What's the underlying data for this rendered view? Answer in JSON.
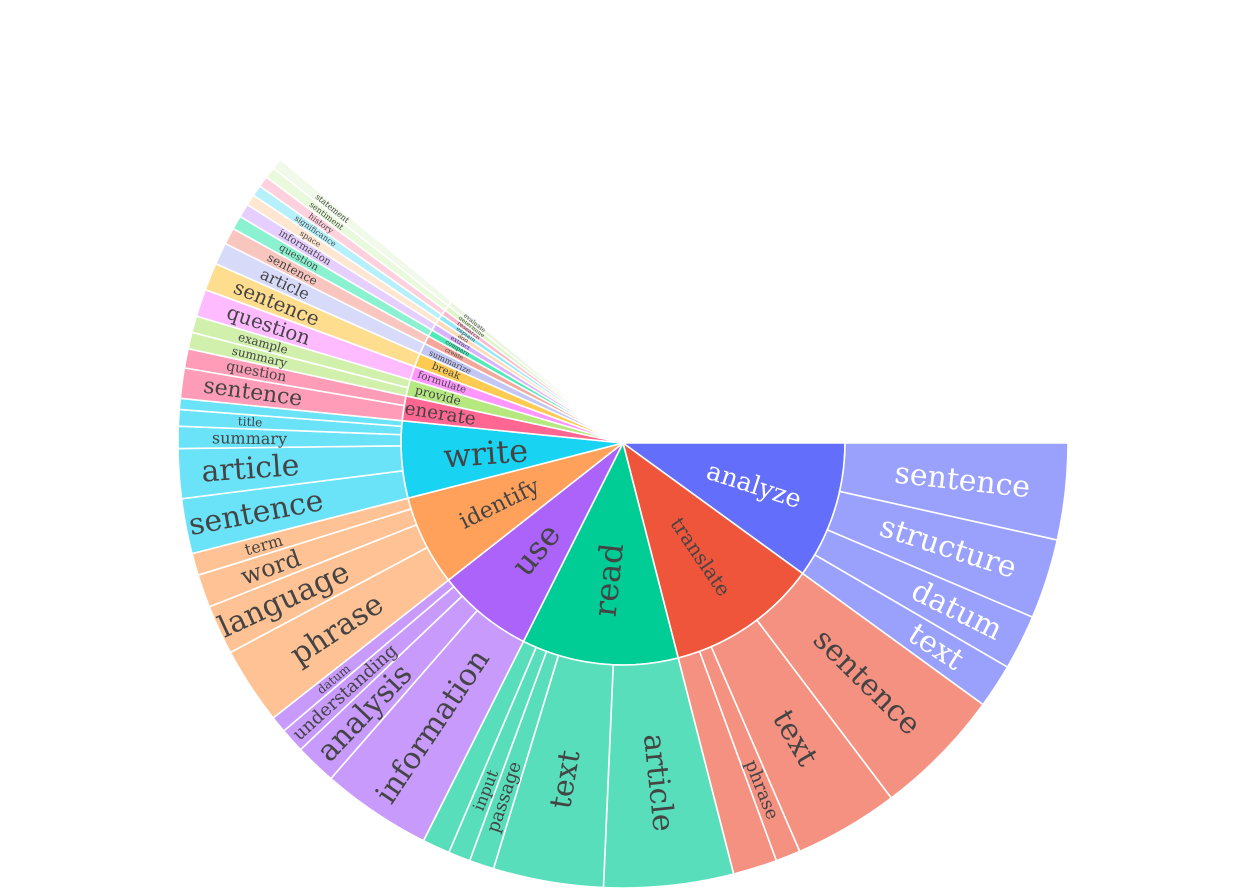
{
  "chart_data": {
    "type": "sunburst",
    "total": 1000,
    "colors": {
      "translate": "#EF553B",
      "analyze": "#636EFA",
      "read": "#00CC96",
      "use": "#AB63FA",
      "identify": "#FFA15A",
      "write": "#19D3F3",
      "generate": "#FF6692",
      "provide": "#B6E880",
      "formulate": "#FF97FF",
      "break": "#FECB52",
      "summarize": "#C2C7F5",
      "create": "#F4A79B",
      "compare": "#4DEBB8",
      "extract": "#D9B3FF",
      "add": "#FFD9B8",
      "explain": "#8FE8F8",
      "research": "#FFB7CC",
      "determine": "#DDF5C7",
      "evaluate": "#EAF5E0"
    },
    "verbs": [
      {
        "name": "analyze",
        "value": 100,
        "children": [
          {
            "name": "sentence",
            "value": 35
          },
          {
            "name": "structure",
            "value": 29
          },
          {
            "name": "datum",
            "value": 20
          },
          {
            "name": "text",
            "value": 16
          }
        ]
      },
      {
        "name": "translate",
        "value": 110,
        "children": [
          {
            "name": "sentence",
            "value": 47
          },
          {
            "name": "text",
            "value": 38
          },
          {
            "name": "phrase",
            "value": 9
          },
          {
            "name": "",
            "value": 16
          }
        ]
      },
      {
        "name": "read",
        "value": 114,
        "children": [
          {
            "name": "article",
            "value": 47
          },
          {
            "name": "text",
            "value": 40
          },
          {
            "name": "passage",
            "value": 9
          },
          {
            "name": "input",
            "value": 8
          },
          {
            "name": "",
            "value": 10
          }
        ]
      },
      {
        "name": "use",
        "value": 70,
        "children": [
          {
            "name": "information",
            "value": 40
          },
          {
            "name": "analysis",
            "value": 15
          },
          {
            "name": "understanding",
            "value": 9
          },
          {
            "name": "datum",
            "value": 6
          }
        ]
      },
      {
        "name": "identify",
        "value": 66,
        "children": [
          {
            "name": "phrase",
            "value": 28
          },
          {
            "name": "language",
            "value": 18
          },
          {
            "name": "word",
            "value": 12
          },
          {
            "name": "term",
            "value": 8
          }
        ]
      },
      {
        "name": "write",
        "value": 56,
        "children": [
          {
            "name": "sentence",
            "value": 20
          },
          {
            "name": "article",
            "value": 18
          },
          {
            "name": "summary",
            "value": 8
          },
          {
            "name": "title",
            "value": 6
          },
          {
            "name": "",
            "value": 4
          }
        ]
      },
      {
        "name": "generate",
        "value": 18,
        "children": [
          {
            "name": "sentence",
            "value": 11
          },
          {
            "name": "question",
            "value": 7
          }
        ]
      },
      {
        "name": "provide",
        "value": 12,
        "children": [
          {
            "name": "summary",
            "value": 6
          },
          {
            "name": "example",
            "value": 6
          }
        ]
      },
      {
        "name": "formulate",
        "value": 10,
        "children": [
          {
            "name": "question",
            "value": 10
          }
        ]
      },
      {
        "name": "break",
        "value": 10,
        "children": [
          {
            "name": "sentence",
            "value": 10
          }
        ]
      },
      {
        "name": "summarize",
        "value": 8,
        "children": [
          {
            "name": "article",
            "value": 8
          }
        ]
      },
      {
        "name": "create",
        "value": 6,
        "children": [
          {
            "name": "sentence",
            "value": 6
          }
        ]
      },
      {
        "name": "compare",
        "value": 5,
        "children": [
          {
            "name": "question",
            "value": 5
          }
        ]
      },
      {
        "name": "extract",
        "value": 5,
        "children": [
          {
            "name": "information",
            "value": 5
          }
        ]
      },
      {
        "name": "add",
        "value": 4,
        "children": [
          {
            "name": "space",
            "value": 4
          }
        ]
      },
      {
        "name": "explain",
        "value": 4,
        "children": [
          {
            "name": "significance",
            "value": 4
          }
        ]
      },
      {
        "name": "research",
        "value": 4,
        "children": [
          {
            "name": "history",
            "value": 4
          }
        ]
      },
      {
        "name": "determine",
        "value": 4,
        "children": [
          {
            "name": "sentiment",
            "value": 4
          }
        ]
      },
      {
        "name": "evaluate",
        "value": 4,
        "children": [
          {
            "name": "statement",
            "value": 4
          }
        ]
      }
    ]
  }
}
